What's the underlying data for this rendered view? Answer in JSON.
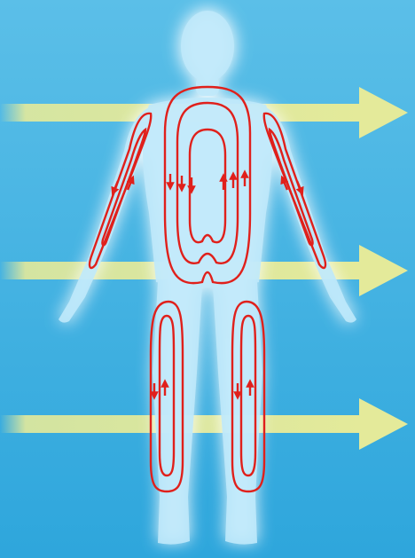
{
  "colors": {
    "background_top": "#5bbfe8",
    "background_bottom": "#2ea6dc",
    "body_fill": "#bfe9fb",
    "body_glow": "#ffffff",
    "arrow": "#e4ea9a",
    "current_loop": "#e0201b"
  },
  "diagram": {
    "subject": "human-body-silhouette",
    "arrows": [
      {
        "name": "upper",
        "direction": "right"
      },
      {
        "name": "middle",
        "direction": "right"
      },
      {
        "name": "lower",
        "direction": "right"
      }
    ],
    "loop_groups": [
      {
        "name": "torso",
        "nested_loops": 3
      },
      {
        "name": "left-arm",
        "nested_loops": 2
      },
      {
        "name": "right-arm",
        "nested_loops": 2
      },
      {
        "name": "left-leg",
        "nested_loops": 2
      },
      {
        "name": "right-leg",
        "nested_loops": 2
      }
    ]
  }
}
